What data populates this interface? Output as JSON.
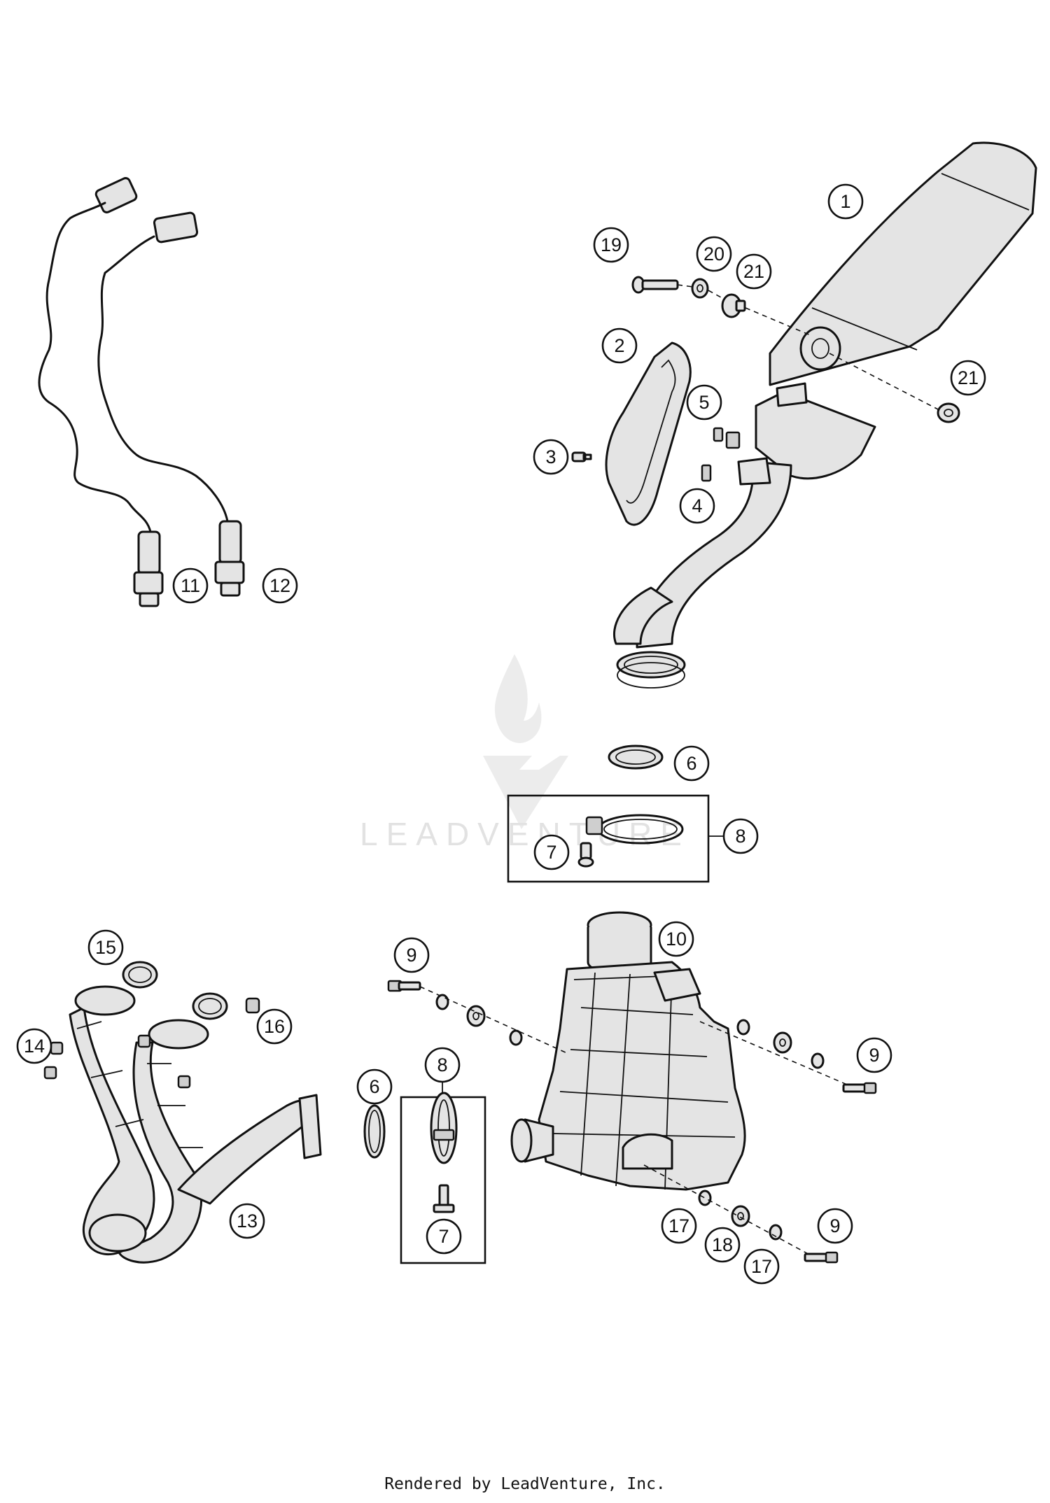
{
  "watermark": {
    "brand": "LEADVENTURE"
  },
  "callouts": {
    "c1": "1",
    "c2": "2",
    "c3": "3",
    "c4": "4",
    "c5": "5",
    "c6a": "6",
    "c6b": "6",
    "c7a": "7",
    "c7b": "7",
    "c8a": "8",
    "c8b": "8",
    "c9a": "9",
    "c9b": "9",
    "c9c": "9",
    "c10": "10",
    "c11": "11",
    "c12": "12",
    "c13": "13",
    "c14": "14",
    "c15": "15",
    "c16": "16",
    "c17a": "17",
    "c17b": "17",
    "c18": "18",
    "c19": "19",
    "c20": "20",
    "c21a": "21",
    "c21b": "21"
  },
  "footer": {
    "credit": "Rendered by LeadVenture, Inc."
  }
}
